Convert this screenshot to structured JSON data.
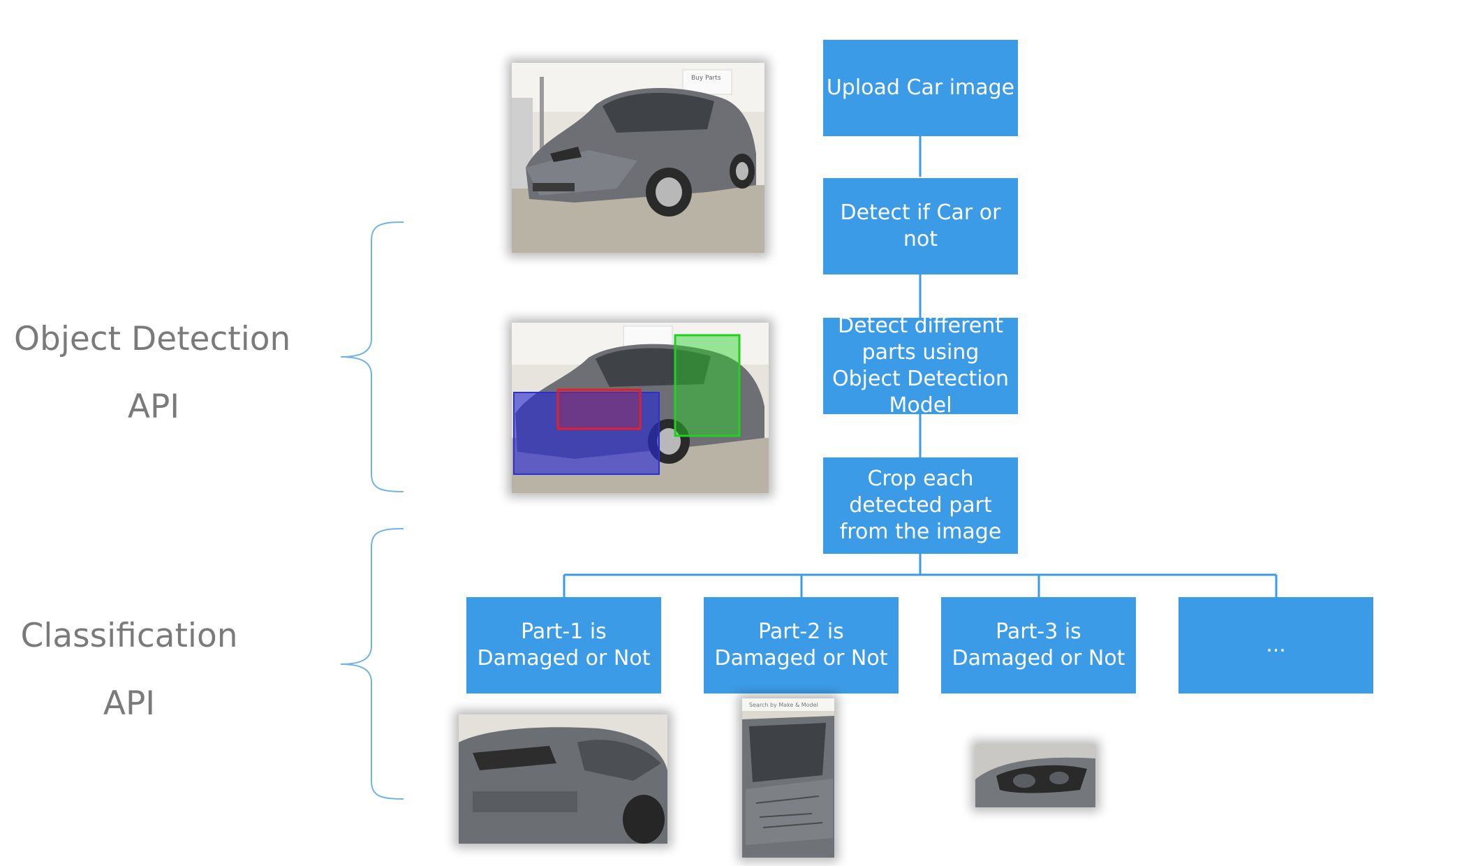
{
  "flow": {
    "upload": "Upload Car image",
    "detect_car": "Detect if Car or not",
    "detect_parts": "Detect different parts using Object Detection Model",
    "crop": "Crop each detected part from the image",
    "parts": [
      "Part-1 is Damaged or Not",
      "Part-2 is Damaged or Not",
      "Part-3 is Damaged or Not",
      "..."
    ]
  },
  "side_labels": {
    "object_detection": "Object Detection",
    "object_detection_api": "API",
    "classification": "Classification",
    "classification_api": "API"
  },
  "colors": {
    "box": "#3b9be6",
    "connector": "#3b9be6",
    "brace": "#6fb2e8",
    "label": "#7a7a7a",
    "bbox_blue": "#2f2fd0",
    "bbox_red": "#e0202a",
    "bbox_green": "#22d022"
  },
  "images": {
    "photo_sign_text": "Buy Parts",
    "crop_sign_text": "Search by Make & Model"
  }
}
